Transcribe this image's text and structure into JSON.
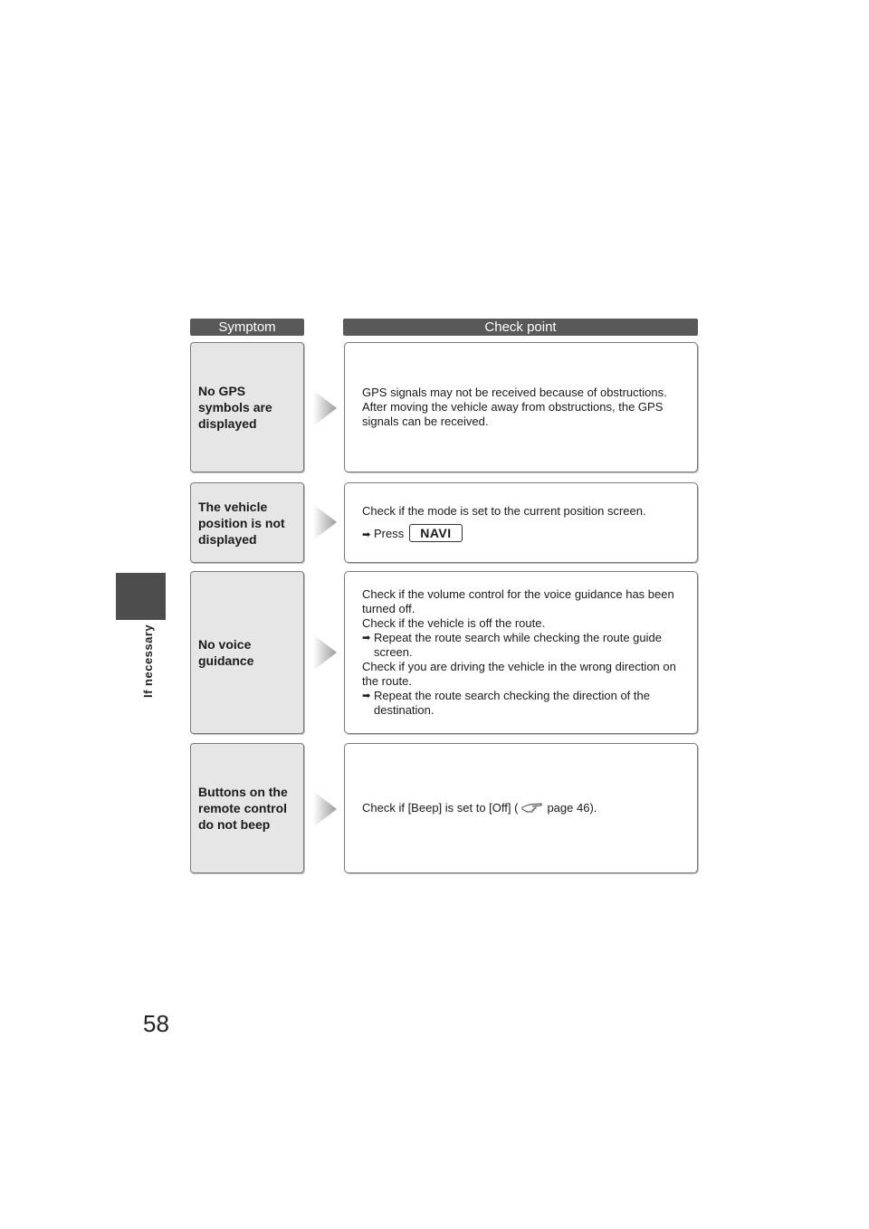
{
  "sidebar": {
    "label": "If necessary"
  },
  "page": {
    "number": "58"
  },
  "table": {
    "headers": {
      "symptom": "Symptom",
      "check_point": "Check point"
    },
    "rows": [
      {
        "symptom": "No GPS symbols are displayed",
        "check": [
          "GPS signals may not be received because of obstructions. After moving the vehicle away from obstructions, the GPS signals can be received."
        ]
      },
      {
        "symptom": "The vehicle position is not displayed",
        "check": [
          "Check if the mode is set to the current position screen."
        ],
        "press_text": "Press",
        "button_label": "NAVI"
      },
      {
        "symptom": "No voice guidance",
        "check": [
          "Check if the volume control for the voice guidance has been turned off.",
          "Check if the vehicle is off the route.",
          "Repeat the route search while checking the route guide screen.",
          "Check if you are driving the vehicle in the wrong direction on the route.",
          "Repeat the route search checking the direction of the destination."
        ]
      },
      {
        "symptom": "Buttons on the remote control do not beep",
        "check_prefix": "Check if [Beep] is set to [Off] (",
        "check_suffix": "page 46)."
      }
    ]
  },
  "icons": {
    "arrow": "right-arrow-icon",
    "reference": "pointing-hand-icon"
  }
}
